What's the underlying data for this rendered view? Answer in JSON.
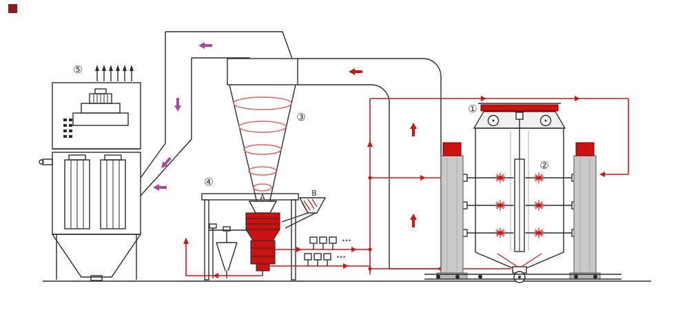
{
  "labels": {
    "unit1": "①",
    "unit2": "②",
    "unit3": "③",
    "unit4": "④",
    "unit5": "⑤",
    "point_a": "A",
    "point_b": "B",
    "ellipsis_upper": "···",
    "ellipsis_lower": "···"
  },
  "colors": {
    "line": "#2a2a2a",
    "flow-red": "#c41a1a",
    "accent-red": "#cc1111",
    "spiral-pink": "#d66a6a",
    "arrow-purple": "#a84a9e",
    "metal-gray": "#c9c9c9",
    "bg": "#ffffff"
  }
}
